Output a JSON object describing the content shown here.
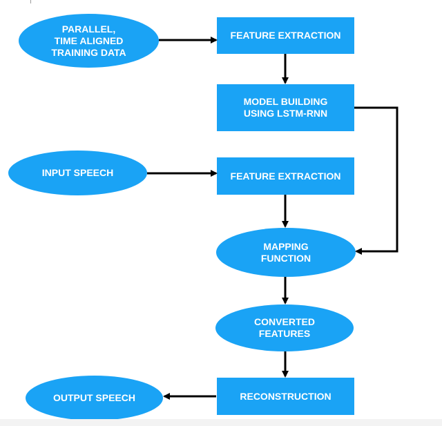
{
  "diagram": {
    "nodes": [
      {
        "id": "parallel-training-data",
        "shape": "oval",
        "label": "PARALLEL,\nTIME ALIGNED\nTRAINING DATA"
      },
      {
        "id": "feature-extraction-1",
        "shape": "rect",
        "label": "FEATURE EXTRACTION"
      },
      {
        "id": "model-building",
        "shape": "rect",
        "label": "MODEL BUILDING\nUSING LSTM-RNN"
      },
      {
        "id": "input-speech",
        "shape": "oval",
        "label": "INPUT SPEECH"
      },
      {
        "id": "feature-extraction-2",
        "shape": "rect",
        "label": "FEATURE EXTRACTION"
      },
      {
        "id": "mapping-function",
        "shape": "oval",
        "label": "MAPPING\nFUNCTION"
      },
      {
        "id": "converted-features",
        "shape": "oval",
        "label": "CONVERTED\nFEATURES"
      },
      {
        "id": "reconstruction",
        "shape": "rect",
        "label": "RECONSTRUCTION"
      },
      {
        "id": "output-speech",
        "shape": "oval",
        "label": "OUTPUT SPEECH"
      }
    ],
    "edges": [
      {
        "from": "parallel-training-data",
        "to": "feature-extraction-1"
      },
      {
        "from": "feature-extraction-1",
        "to": "model-building"
      },
      {
        "from": "model-building",
        "to": "mapping-function"
      },
      {
        "from": "input-speech",
        "to": "feature-extraction-2"
      },
      {
        "from": "feature-extraction-2",
        "to": "mapping-function"
      },
      {
        "from": "mapping-function",
        "to": "converted-features"
      },
      {
        "from": "converted-features",
        "to": "reconstruction"
      },
      {
        "from": "reconstruction",
        "to": "output-speech"
      }
    ]
  },
  "colors": {
    "node_fill": "#1aa3f5",
    "node_text": "#ffffff",
    "arrow": "#000000",
    "background": "#ffffff"
  }
}
